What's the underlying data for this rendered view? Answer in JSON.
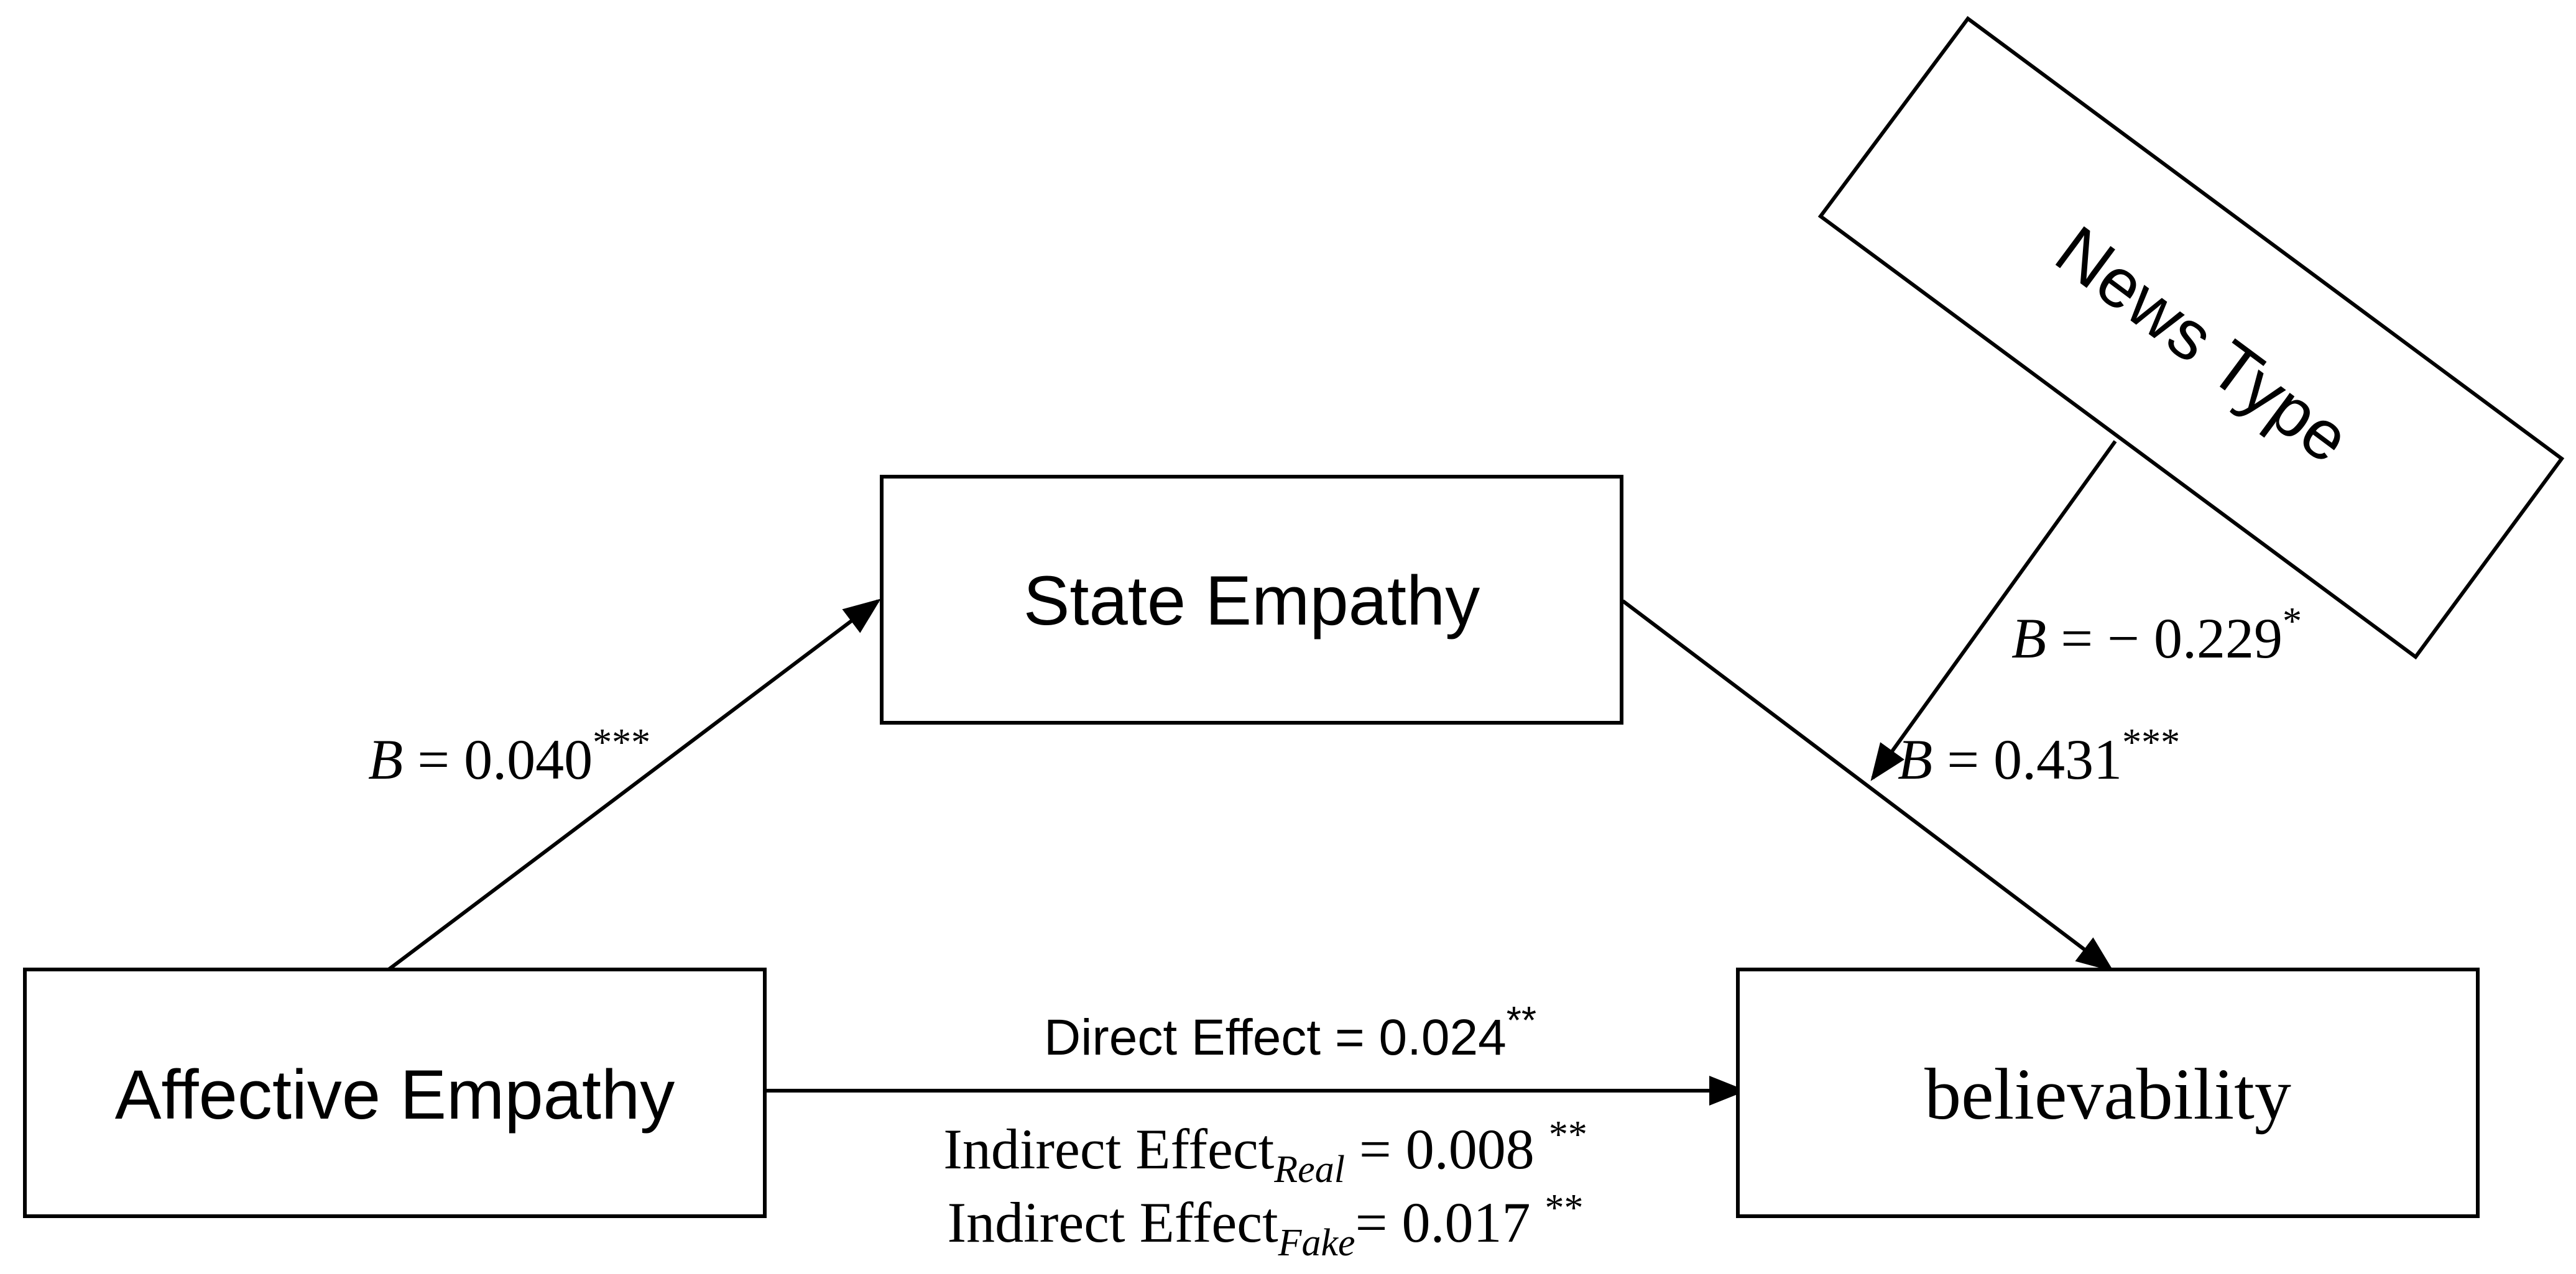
{
  "nodes": {
    "affective_empathy": "Affective Empathy",
    "state_empathy": "State Empathy",
    "believability": "believability",
    "news_type": "News Type"
  },
  "paths": {
    "a": {
      "symbol": "B",
      "equals": " = ",
      "value": "0.040",
      "sig": "***"
    },
    "b": {
      "symbol": "B",
      "equals": " = ",
      "value": "0.431",
      "sig": "***"
    },
    "moderation": {
      "symbol": "B",
      "equals": " = ",
      "value": "− 0.229",
      "sig": "*"
    }
  },
  "effects": {
    "direct": {
      "label": "Direct Effect  = ",
      "value": "0.024",
      "sig": "**"
    },
    "indirect_real": {
      "label": "Indirect Effect",
      "subscript": "Real",
      "value": " = 0.008 ",
      "sig": "**"
    },
    "indirect_fake": {
      "label": "Indirect Effect",
      "subscript": "Fake",
      "value": "= 0.017 ",
      "sig": "**"
    }
  }
}
